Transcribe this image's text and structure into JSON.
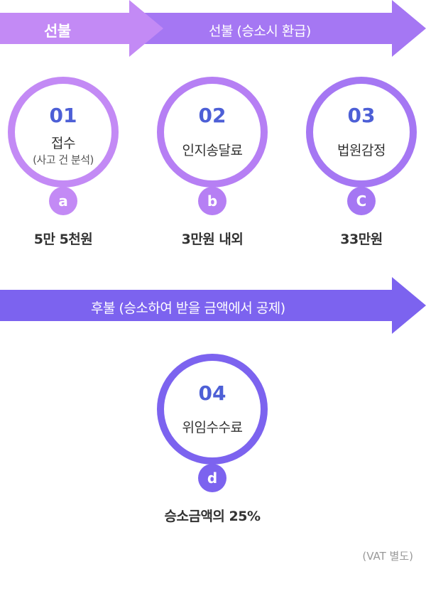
{
  "banners": {
    "prepay_short": "선불",
    "prepay_full": "선불 (승소시 환급)",
    "postpay": "후불 (승소하여 받을 금액에서 공제)"
  },
  "steps": [
    {
      "number": "01",
      "title": "접수",
      "subtitle": "(사고 건 분석)",
      "badge": "a",
      "price": "5만 5천원"
    },
    {
      "number": "02",
      "title": "인지송달료",
      "subtitle": "",
      "badge": "b",
      "price": "3만원 내외"
    },
    {
      "number": "03",
      "title": "법원감정",
      "subtitle": "",
      "badge": "C",
      "price": "33만원"
    },
    {
      "number": "04",
      "title": "위임수수료",
      "subtitle": "",
      "badge": "d",
      "price": "승소금액의 25%"
    }
  ],
  "footer": {
    "vat_note": "(VAT 별도)"
  },
  "colors": {
    "light_purple": "#c38af5",
    "mid_purple": "#a577f3",
    "blue_purple": "#7c63ef",
    "number_blue": "#4d5fd6"
  }
}
